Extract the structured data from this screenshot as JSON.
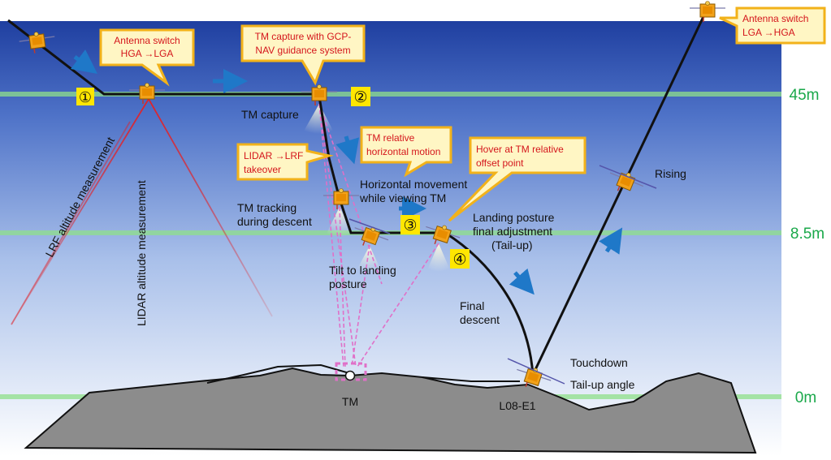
{
  "altitude_labels": {
    "high": "45m",
    "mid": "8.5m",
    "ground": "0m"
  },
  "steps": {
    "s1": "①",
    "s2": "②",
    "s3": "③",
    "s4": "④"
  },
  "callouts": {
    "antenna_switch_1": [
      "Antenna switch",
      "HGA →LGA"
    ],
    "tm_capture_gcp": [
      "TM capture with GCP-",
      "NAV guidance system"
    ],
    "lidar_lrf": [
      "LIDAR →LRF",
      "takeover"
    ],
    "tm_relative_motion": [
      "TM relative",
      "horizontal motion"
    ],
    "hover_offset": [
      "Hover at TM relative",
      "offset point"
    ],
    "antenna_switch_2": [
      "Antenna switch",
      "LGA →HGA"
    ]
  },
  "labels": {
    "tm_capture": "TM capture",
    "tm_tracking": [
      "TM tracking",
      "during descent"
    ],
    "horizontal_movement": [
      "Horizontal movement",
      "while viewing TM"
    ],
    "landing_posture": [
      "Landing posture",
      "final adjustment",
      "(Tail-up)"
    ],
    "tilt": [
      "Tilt to landing",
      "posture"
    ],
    "final_descent": [
      "Final",
      "descent"
    ],
    "rising": "Rising",
    "touchdown": "Touchdown",
    "tail_up_angle": "Tail-up angle",
    "tm": "TM",
    "site": "L08-E1",
    "lrf_measure": "LRF altitude measurement",
    "lidar_measure": "LIDAR altitude measurement"
  },
  "colors": {
    "sky_top": "#1f3fa0",
    "altitude_line": "#8fe08a",
    "altitude_label": "#1aa84a",
    "callout_fill": "#fff6c4",
    "callout_border": "#f2b21a",
    "callout_text": "#d4161c",
    "ground": "#8c8c8c",
    "arrow": "#1f78c8",
    "lrf_line": "#e0232a",
    "lidar_line": "#f5b03a",
    "sight_line": "#e070c8",
    "step_badge": "#ffe600"
  }
}
